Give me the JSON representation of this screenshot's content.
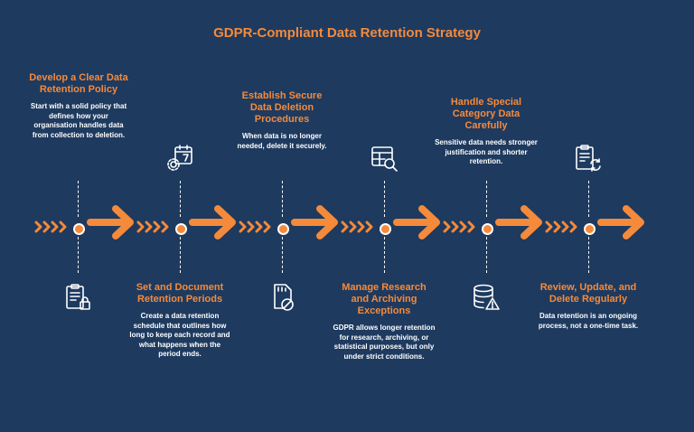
{
  "title": "GDPR-Compliant Data Retention Strategy",
  "colors": {
    "background": "#1e3a5f",
    "accent": "#f58a3b",
    "text": "#ffffff"
  },
  "steps": [
    {
      "heading": "Develop a Clear Data Retention Policy",
      "description": "Start with a solid policy that defines how your organisation handles data from collection to deletion.",
      "icon": "clipboard-lock-icon",
      "text_position": "top"
    },
    {
      "heading": "Set and Document Retention Periods",
      "description": "Create a data retention schedule that outlines how long to keep each record and what happens when the period ends.",
      "icon": "calendar-gear-icon",
      "text_position": "bottom"
    },
    {
      "heading": "Establish Secure Data Deletion Procedures",
      "description": "When data is no longer needed, delete it securely.",
      "icon": "sd-card-blocked-icon",
      "text_position": "top"
    },
    {
      "heading": "Manage Research and Archiving Exceptions",
      "description": "GDPR allows longer retention for research, archiving, or statistical purposes, but only under strict conditions.",
      "icon": "table-search-icon",
      "text_position": "bottom"
    },
    {
      "heading": "Handle Special Category Data Carefully",
      "description": "Sensitive data needs stronger justification and shorter retention.",
      "icon": "database-warning-icon",
      "text_position": "top"
    },
    {
      "heading": "Review, Update, and Delete Regularly",
      "description": "Data retention is an ongoing process, not a one-time task.",
      "icon": "clipboard-refresh-icon",
      "text_position": "bottom"
    }
  ]
}
